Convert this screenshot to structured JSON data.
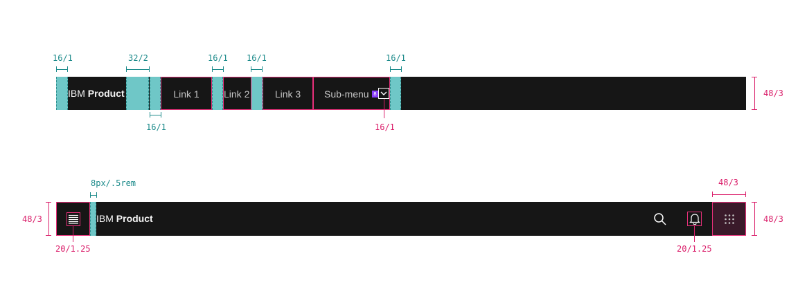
{
  "top_header": {
    "brand_prefix": "IBM",
    "brand_name": "Product",
    "nav_items": [
      {
        "label": "Link 1"
      },
      {
        "label": "Link 2"
      },
      {
        "label": "Link 3"
      },
      {
        "label": "Sub-menu"
      }
    ],
    "submenu_badge": "8",
    "icons": [
      "chevron-down-icon"
    ]
  },
  "top_measurements": {
    "left_padding": "16/1",
    "brand_gap": "32/2",
    "nav_gap_below": "16/1",
    "link1_right_gap": "16/1",
    "link2_right_gap": "16/1",
    "submenu_right_gap": "16/1",
    "chevron_size": "16/1",
    "height": "48/3"
  },
  "bottom_header": {
    "brand_prefix": "IBM",
    "brand_name": "Product",
    "icons": [
      "hamburger-menu-icon",
      "search-icon",
      "notification-bell-icon",
      "app-switcher-icon"
    ]
  },
  "bottom_measurements": {
    "brand_gap": "8px/.5rem",
    "app_switcher_width": "48/3",
    "height_left": "48/3",
    "height_right": "48/3",
    "menu_icon_size": "20/1.25",
    "bell_icon_size": "20/1.25"
  },
  "colors": {
    "header_bg": "#161616",
    "spacing_teal": "#6fc7c7",
    "redline_pink": "#da1e6a",
    "redline_teal": "#1b8a8a"
  }
}
